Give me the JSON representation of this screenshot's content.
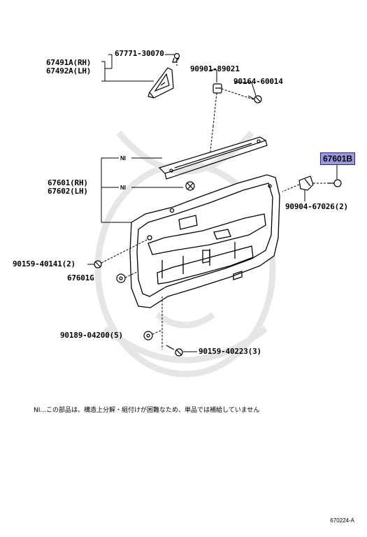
{
  "labels": {
    "p67771": "67771-30070",
    "p67491a": "67491A(RH)",
    "p67492a": "67492A(LH)",
    "p90901": "90901-89021",
    "p90164": "90164-60014",
    "p67601b": "67601B",
    "ni_top": "NI",
    "ni_mid": "NI",
    "p67601": "67601(RH)",
    "p67602": "67602(LH)",
    "p90904": "90904-67026(2)",
    "p90159_40141": "90159-40141(2)",
    "p67601g": "67601G",
    "p90189": "90189-04200(5)",
    "p90159_40223": "90159-40223(3)"
  },
  "note": "NI...この部品は、構造上分解・組付けが困難なため、単品では補給していません",
  "diagram_code": "670224-A",
  "colors": {
    "line": "#000000",
    "highlight_bg": "#9999dd",
    "highlight_border": "#2a2a7a",
    "watermark": "#e6e6e6"
  }
}
